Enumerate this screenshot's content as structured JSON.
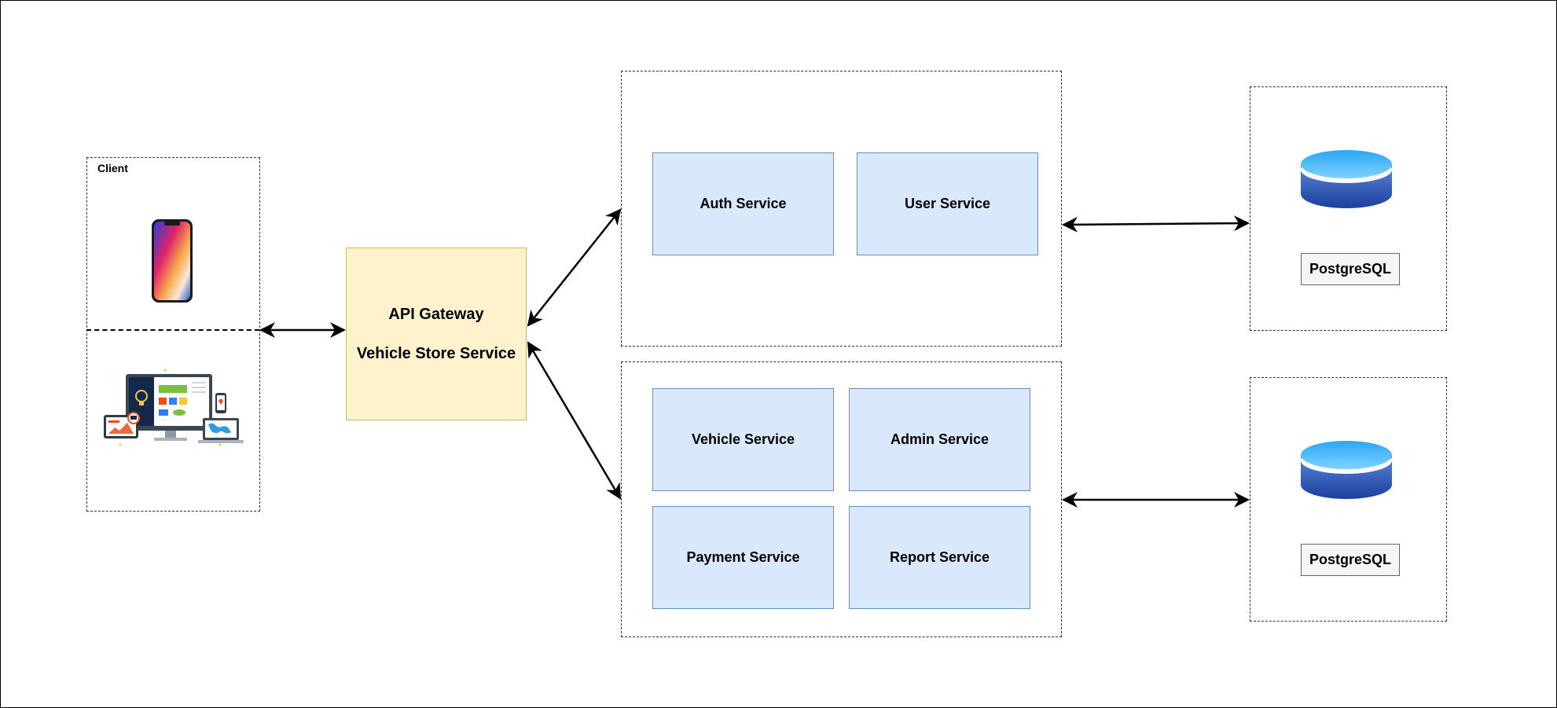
{
  "client": {
    "title": "Client",
    "icons": [
      "smartphone-icon",
      "multi-device-icon"
    ]
  },
  "gateway": {
    "line1": "API Gateway",
    "line2": "Vehicle Store Service"
  },
  "group_top": {
    "services": [
      "Auth Service",
      "User Service"
    ]
  },
  "group_bottom": {
    "services": [
      "Vehicle Service",
      "Admin Service",
      "Payment Service",
      "Report Service"
    ]
  },
  "databases": [
    {
      "label": "PostgreSQL",
      "icon": "database-icon"
    },
    {
      "label": "PostgreSQL",
      "icon": "database-icon"
    }
  ],
  "colors": {
    "service_fill": "#dae8fc",
    "service_stroke": "#6c8ebf",
    "gateway_fill": "#fff2cc",
    "gateway_stroke": "#d6b656",
    "db_top": "#33b5ff",
    "db_body": "#1b3fa0",
    "db_label_fill": "#f5f5f5"
  }
}
